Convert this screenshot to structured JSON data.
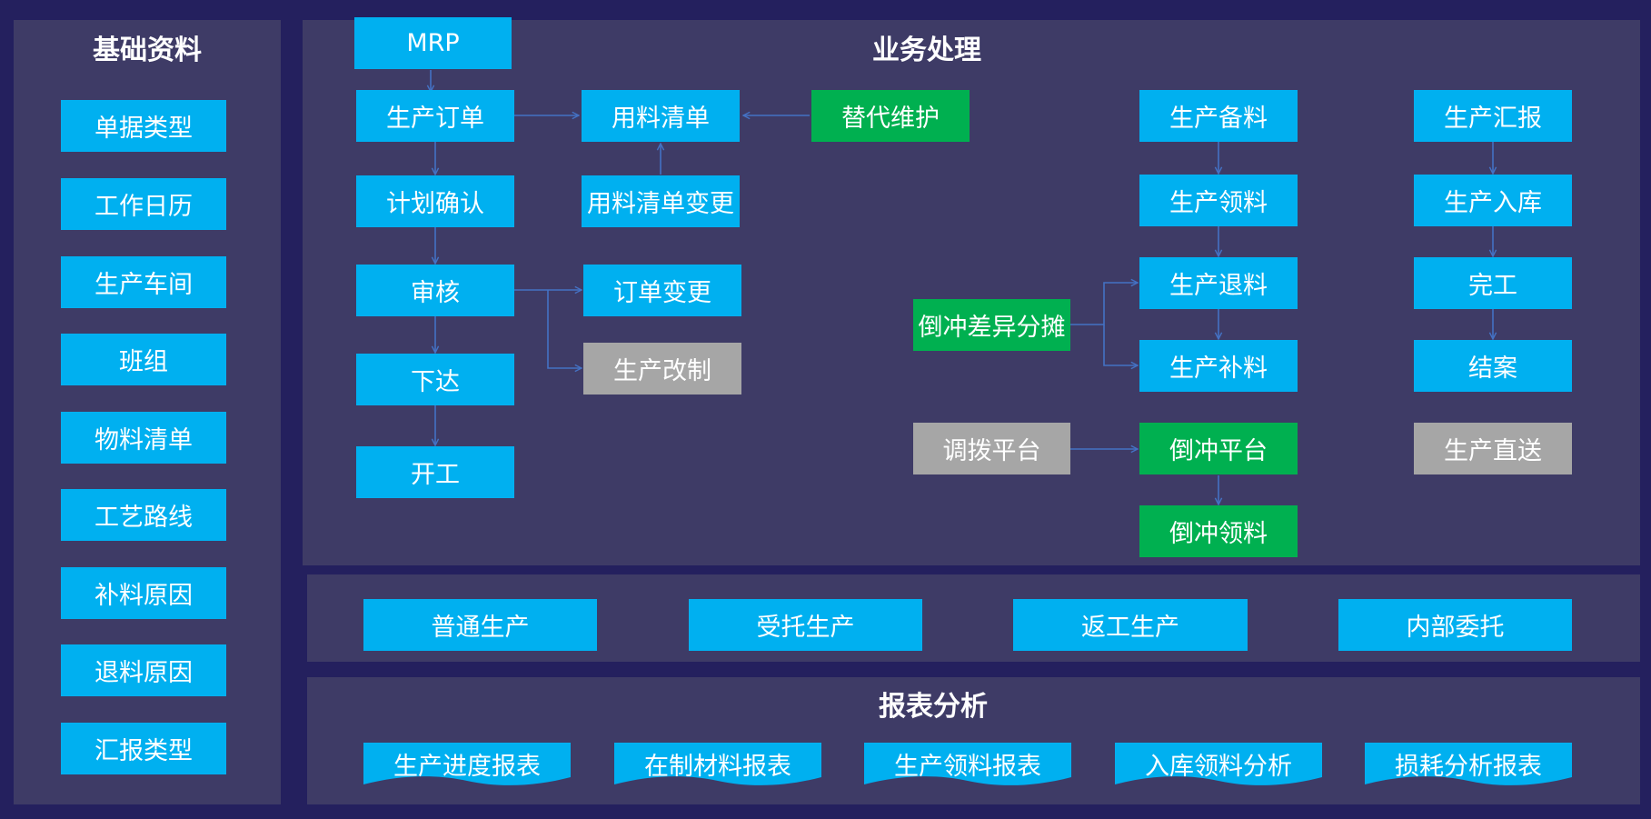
{
  "colors": {
    "background": "#24205e",
    "panel": "#3e3b66",
    "blue_box": "#00b0f0",
    "green_box": "#00b050",
    "gray_box": "#a6a6a6",
    "arrow": "#4472c4"
  },
  "basic": {
    "title": "基础资料",
    "items": [
      "单据类型",
      "工作日历",
      "生产车间",
      "班组",
      "物料清单",
      "工艺路线",
      "补料原因",
      "退料原因",
      "汇报类型"
    ]
  },
  "business": {
    "title": "业务处理",
    "mrp": "MRP",
    "prod_order": "生产订单",
    "plan_confirm": "计划确认",
    "audit": "审核",
    "release": "下达",
    "start": "开工",
    "bom_usage": "用料清单",
    "bom_change": "用料清单变更",
    "substitute": "替代维护",
    "order_change": "订单变更",
    "prod_rework": "生产改制",
    "backflush_alloc": "倒冲差异分摊",
    "transfer_platform": "调拨平台",
    "backflush_platform": "倒冲平台",
    "backflush_pick": "倒冲领料",
    "prod_prepare": "生产备料",
    "prod_pick": "生产领料",
    "prod_return": "生产退料",
    "prod_supply": "生产补料",
    "prod_report": "生产汇报",
    "prod_instock": "生产入库",
    "complete": "完工",
    "close": "结案",
    "direct_ship": "生产直送"
  },
  "prod_types": [
    "普通生产",
    "受托生产",
    "返工生产",
    "内部委托"
  ],
  "reports": {
    "title": "报表分析",
    "items": [
      "生产进度报表",
      "在制材料报表",
      "生产领料报表",
      "入库领料分析",
      "损耗分析报表"
    ]
  }
}
